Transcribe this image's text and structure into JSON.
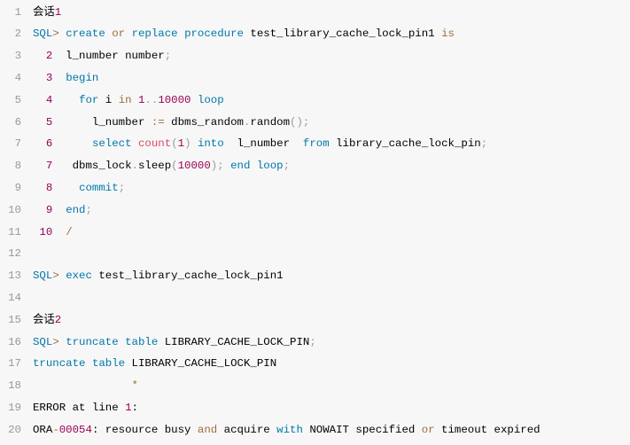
{
  "code": {
    "lines": [
      {
        "n": "1",
        "tokens": [
          {
            "t": "会话"
          },
          {
            "t": "1",
            "c": "#990055"
          }
        ]
      },
      {
        "n": "2",
        "tokens": [
          {
            "t": "SQL",
            "c": "#0077aa"
          },
          {
            "t": ">",
            "c": "#9a6e3a"
          },
          {
            "t": " "
          },
          {
            "t": "create",
            "c": "#0077aa"
          },
          {
            "t": " "
          },
          {
            "t": "or",
            "c": "#9a6e3a"
          },
          {
            "t": " "
          },
          {
            "t": "replace",
            "c": "#0077aa"
          },
          {
            "t": " "
          },
          {
            "t": "procedure",
            "c": "#0077aa"
          },
          {
            "t": " test_library_cache_lock_pin1 "
          },
          {
            "t": "is",
            "c": "#9a6e3a"
          }
        ]
      },
      {
        "n": "3",
        "tokens": [
          {
            "t": "  2",
            "c": "#990055"
          },
          {
            "t": "  l_number number"
          },
          {
            "t": ";",
            "c": "#999999"
          }
        ]
      },
      {
        "n": "4",
        "tokens": [
          {
            "t": "  3",
            "c": "#990055"
          },
          {
            "t": "  "
          },
          {
            "t": "begin",
            "c": "#0077aa"
          }
        ]
      },
      {
        "n": "5",
        "tokens": [
          {
            "t": "  4",
            "c": "#990055"
          },
          {
            "t": "    "
          },
          {
            "t": "for",
            "c": "#0077aa"
          },
          {
            "t": " i "
          },
          {
            "t": "in",
            "c": "#9a6e3a"
          },
          {
            "t": " "
          },
          {
            "t": "1",
            "c": "#990055"
          },
          {
            "t": "..",
            "c": "#999999"
          },
          {
            "t": "10000",
            "c": "#990055"
          },
          {
            "t": " "
          },
          {
            "t": "loop",
            "c": "#0077aa"
          }
        ]
      },
      {
        "n": "6",
        "tokens": [
          {
            "t": "  5",
            "c": "#990055"
          },
          {
            "t": "      l_number "
          },
          {
            "t": ":=",
            "c": "#9a6e3a"
          },
          {
            "t": " dbms_random"
          },
          {
            "t": ".",
            "c": "#999999"
          },
          {
            "t": "random"
          },
          {
            "t": "();",
            "c": "#999999"
          }
        ]
      },
      {
        "n": "7",
        "tokens": [
          {
            "t": "  6",
            "c": "#990055"
          },
          {
            "t": "      "
          },
          {
            "t": "select",
            "c": "#0077aa"
          },
          {
            "t": " "
          },
          {
            "t": "count",
            "c": "#dd4a68"
          },
          {
            "t": "(",
            "c": "#999999"
          },
          {
            "t": "1",
            "c": "#990055"
          },
          {
            "t": ")",
            "c": "#999999"
          },
          {
            "t": " "
          },
          {
            "t": "into",
            "c": "#0077aa"
          },
          {
            "t": "  l_number  "
          },
          {
            "t": "from",
            "c": "#0077aa"
          },
          {
            "t": " library_cache_lock_pin"
          },
          {
            "t": ";",
            "c": "#999999"
          }
        ]
      },
      {
        "n": "8",
        "tokens": [
          {
            "t": "  7",
            "c": "#990055"
          },
          {
            "t": "   dbms_lock"
          },
          {
            "t": ".",
            "c": "#999999"
          },
          {
            "t": "sleep"
          },
          {
            "t": "(",
            "c": "#999999"
          },
          {
            "t": "10000",
            "c": "#990055"
          },
          {
            "t": ");",
            "c": "#999999"
          },
          {
            "t": " "
          },
          {
            "t": "end",
            "c": "#0077aa"
          },
          {
            "t": " "
          },
          {
            "t": "loop",
            "c": "#0077aa"
          },
          {
            "t": ";",
            "c": "#999999"
          }
        ]
      },
      {
        "n": "9",
        "tokens": [
          {
            "t": "  8",
            "c": "#990055"
          },
          {
            "t": "    "
          },
          {
            "t": "commit",
            "c": "#0077aa"
          },
          {
            "t": ";",
            "c": "#999999"
          }
        ]
      },
      {
        "n": "10",
        "tokens": [
          {
            "t": "  9",
            "c": "#990055"
          },
          {
            "t": "  "
          },
          {
            "t": "end",
            "c": "#0077aa"
          },
          {
            "t": ";",
            "c": "#999999"
          }
        ]
      },
      {
        "n": "11",
        "tokens": [
          {
            "t": " 10",
            "c": "#990055"
          },
          {
            "t": "  "
          },
          {
            "t": "/",
            "c": "#9a6e3a"
          }
        ]
      },
      {
        "n": "12",
        "tokens": []
      },
      {
        "n": "13",
        "tokens": [
          {
            "t": "SQL",
            "c": "#0077aa"
          },
          {
            "t": ">",
            "c": "#9a6e3a"
          },
          {
            "t": " "
          },
          {
            "t": "exec",
            "c": "#0077aa"
          },
          {
            "t": " test_library_cache_lock_pin1"
          }
        ]
      },
      {
        "n": "14",
        "tokens": []
      },
      {
        "n": "15",
        "tokens": [
          {
            "t": "会话"
          },
          {
            "t": "2",
            "c": "#990055"
          }
        ]
      },
      {
        "n": "16",
        "tokens": [
          {
            "t": "SQL",
            "c": "#0077aa"
          },
          {
            "t": ">",
            "c": "#9a6e3a"
          },
          {
            "t": " "
          },
          {
            "t": "truncate",
            "c": "#0077aa"
          },
          {
            "t": " "
          },
          {
            "t": "table",
            "c": "#0077aa"
          },
          {
            "t": " LIBRARY_CACHE_LOCK_PIN"
          },
          {
            "t": ";",
            "c": "#999999"
          }
        ]
      },
      {
        "n": "17",
        "tokens": [
          {
            "t": "truncate",
            "c": "#0077aa"
          },
          {
            "t": " "
          },
          {
            "t": "table",
            "c": "#0077aa"
          },
          {
            "t": " LIBRARY_CACHE_LOCK_PIN"
          }
        ]
      },
      {
        "n": "18",
        "tokens": [
          {
            "t": "               "
          },
          {
            "t": "*",
            "c": "#9a6e3a"
          }
        ]
      },
      {
        "n": "19",
        "tokens": [
          {
            "t": "ERROR at line "
          },
          {
            "t": "1",
            "c": "#990055"
          },
          {
            "t": ":"
          }
        ]
      },
      {
        "n": "20",
        "tokens": [
          {
            "t": "ORA"
          },
          {
            "t": "-",
            "c": "#9a6e3a"
          },
          {
            "t": "00054",
            "c": "#990055"
          },
          {
            "t": ": resource busy "
          },
          {
            "t": "and",
            "c": "#9a6e3a"
          },
          {
            "t": " acquire "
          },
          {
            "t": "with",
            "c": "#0077aa"
          },
          {
            "t": " NOWAIT specified "
          },
          {
            "t": "or",
            "c": "#9a6e3a"
          },
          {
            "t": " timeout expired"
          }
        ]
      }
    ]
  }
}
